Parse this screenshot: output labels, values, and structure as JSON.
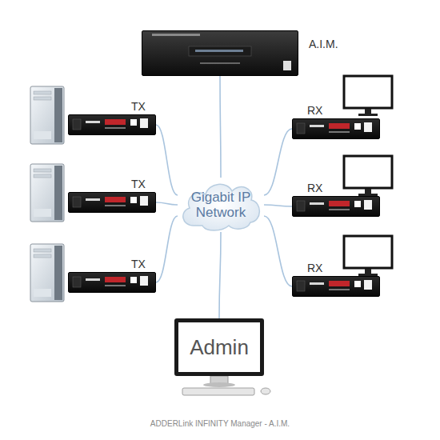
{
  "diagram": {
    "caption": "ADDERLink INFINITY Manager - A.I.M.",
    "nodes": [
      {
        "text": [
          "A.I.M."
        ]
      },
      {
        "text": [
          "TX"
        ]
      },
      {
        "text": [
          "RX"
        ]
      },
      {
        "text": [
          "TX"
        ]
      },
      {
        "text": [
          "Gigabit IP Network"
        ]
      },
      {
        "text": [
          "RX"
        ]
      },
      {
        "text": [
          "TX"
        ]
      },
      {
        "text": [
          "RX"
        ]
      },
      {
        "text": [
          "Admin"
        ]
      }
    ],
    "edges": [
      {
        "from": 0,
        "to": 4,
        "arrow": "none"
      },
      {
        "from": 1,
        "to": 4,
        "arrow": "none"
      },
      {
        "from": 3,
        "to": 4,
        "arrow": "none"
      },
      {
        "from": 6,
        "to": 4,
        "arrow": "none"
      },
      {
        "from": 4,
        "to": 2,
        "arrow": "none"
      },
      {
        "from": 4,
        "to": 5,
        "arrow": "none"
      },
      {
        "from": 4,
        "to": 7,
        "arrow": "none"
      },
      {
        "from": 4,
        "to": 8,
        "arrow": "none"
      }
    ]
  }
}
